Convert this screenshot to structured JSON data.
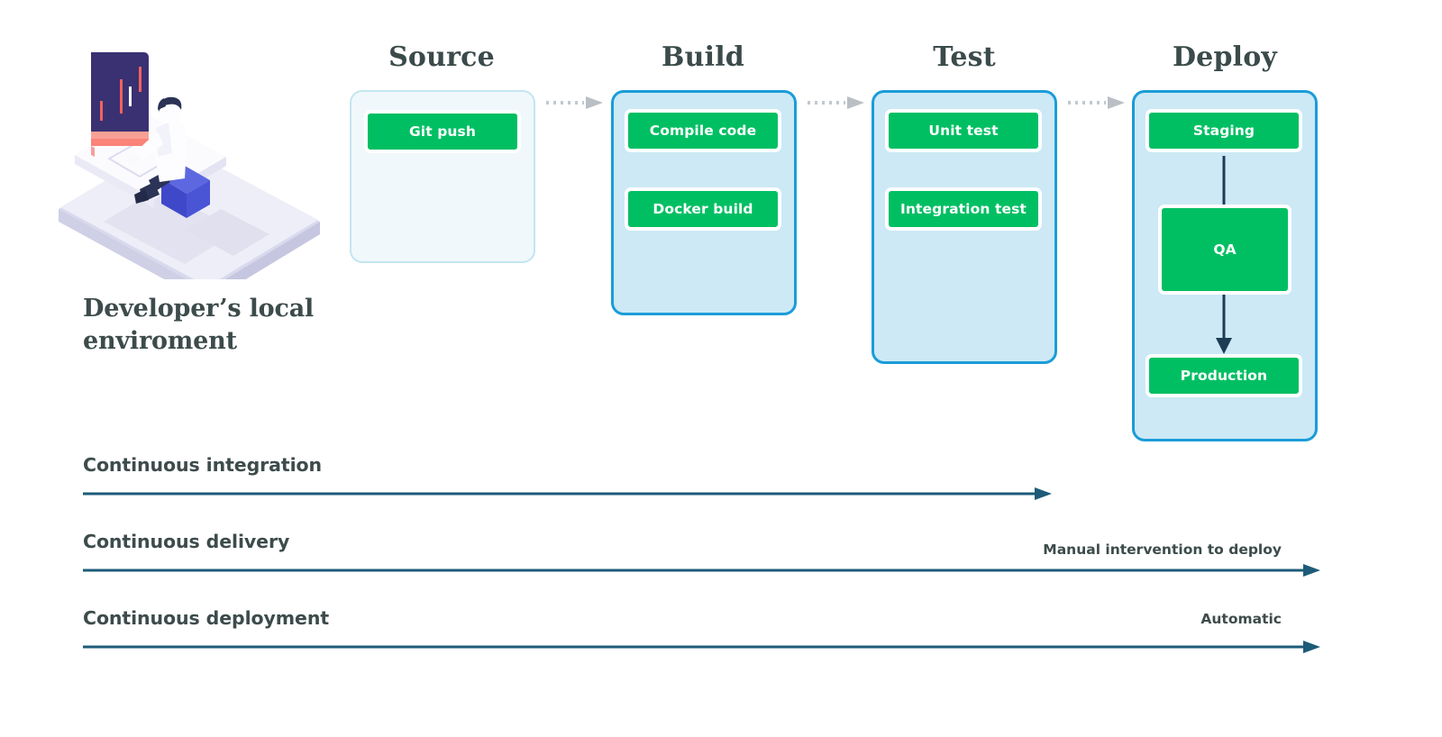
{
  "illustration": {
    "name": "developer-workstation-illustration",
    "caption": "Developer’s local enviroment",
    "colors": {
      "platform": "#e6e6f5",
      "platform_top": "#f3f3fb",
      "screen": "#3a3172",
      "screen_glow": "#fb7c71",
      "cube": "#4a55d6",
      "code_red": "#f4615c",
      "code_white": "#ffffff"
    }
  },
  "pipeline": {
    "connector_icon": "dotted-arrow-icon",
    "stages": [
      {
        "id": "source",
        "title": "Source",
        "style": "light",
        "steps": [
          {
            "label": "Git push"
          }
        ]
      },
      {
        "id": "build",
        "title": "Build",
        "style": "strong",
        "steps": [
          {
            "label": "Compile code"
          },
          {
            "label": "Docker build"
          }
        ]
      },
      {
        "id": "test",
        "title": "Test",
        "style": "strong",
        "steps": [
          {
            "label": "Unit test"
          },
          {
            "label": "Integration test"
          }
        ]
      },
      {
        "id": "deploy",
        "title": "Deploy",
        "style": "strong",
        "steps": [
          {
            "label": "Staging"
          },
          {
            "label": "QA"
          },
          {
            "label": "Production"
          }
        ],
        "internal_flow": [
          {
            "from": "Staging",
            "to": "QA",
            "arrowhead": false
          },
          {
            "from": "QA",
            "to": "Production",
            "arrowhead": true
          }
        ]
      }
    ]
  },
  "timelines": [
    {
      "id": "continuous-integration",
      "label": "Continuous integration",
      "note": "",
      "extent": "short"
    },
    {
      "id": "continuous-delivery",
      "label": "Continuous delivery",
      "note": "Manual intervention to deploy",
      "extent": "full"
    },
    {
      "id": "continuous-deployment",
      "label": "Continuous deployment",
      "note": "Automatic",
      "extent": "full"
    }
  ],
  "colors": {
    "green": "#00bf63",
    "blue_border": "#1b9cd8",
    "blue_fill": "#cce9f5",
    "light_border": "#c3e5f0",
    "light_fill": "#f0f8fb",
    "text_dark": "#3d4b4b",
    "timeline_line": "#1d5b78",
    "deploy_arrow": "#1f3c55",
    "connector_gray": "#b9bfc4"
  }
}
